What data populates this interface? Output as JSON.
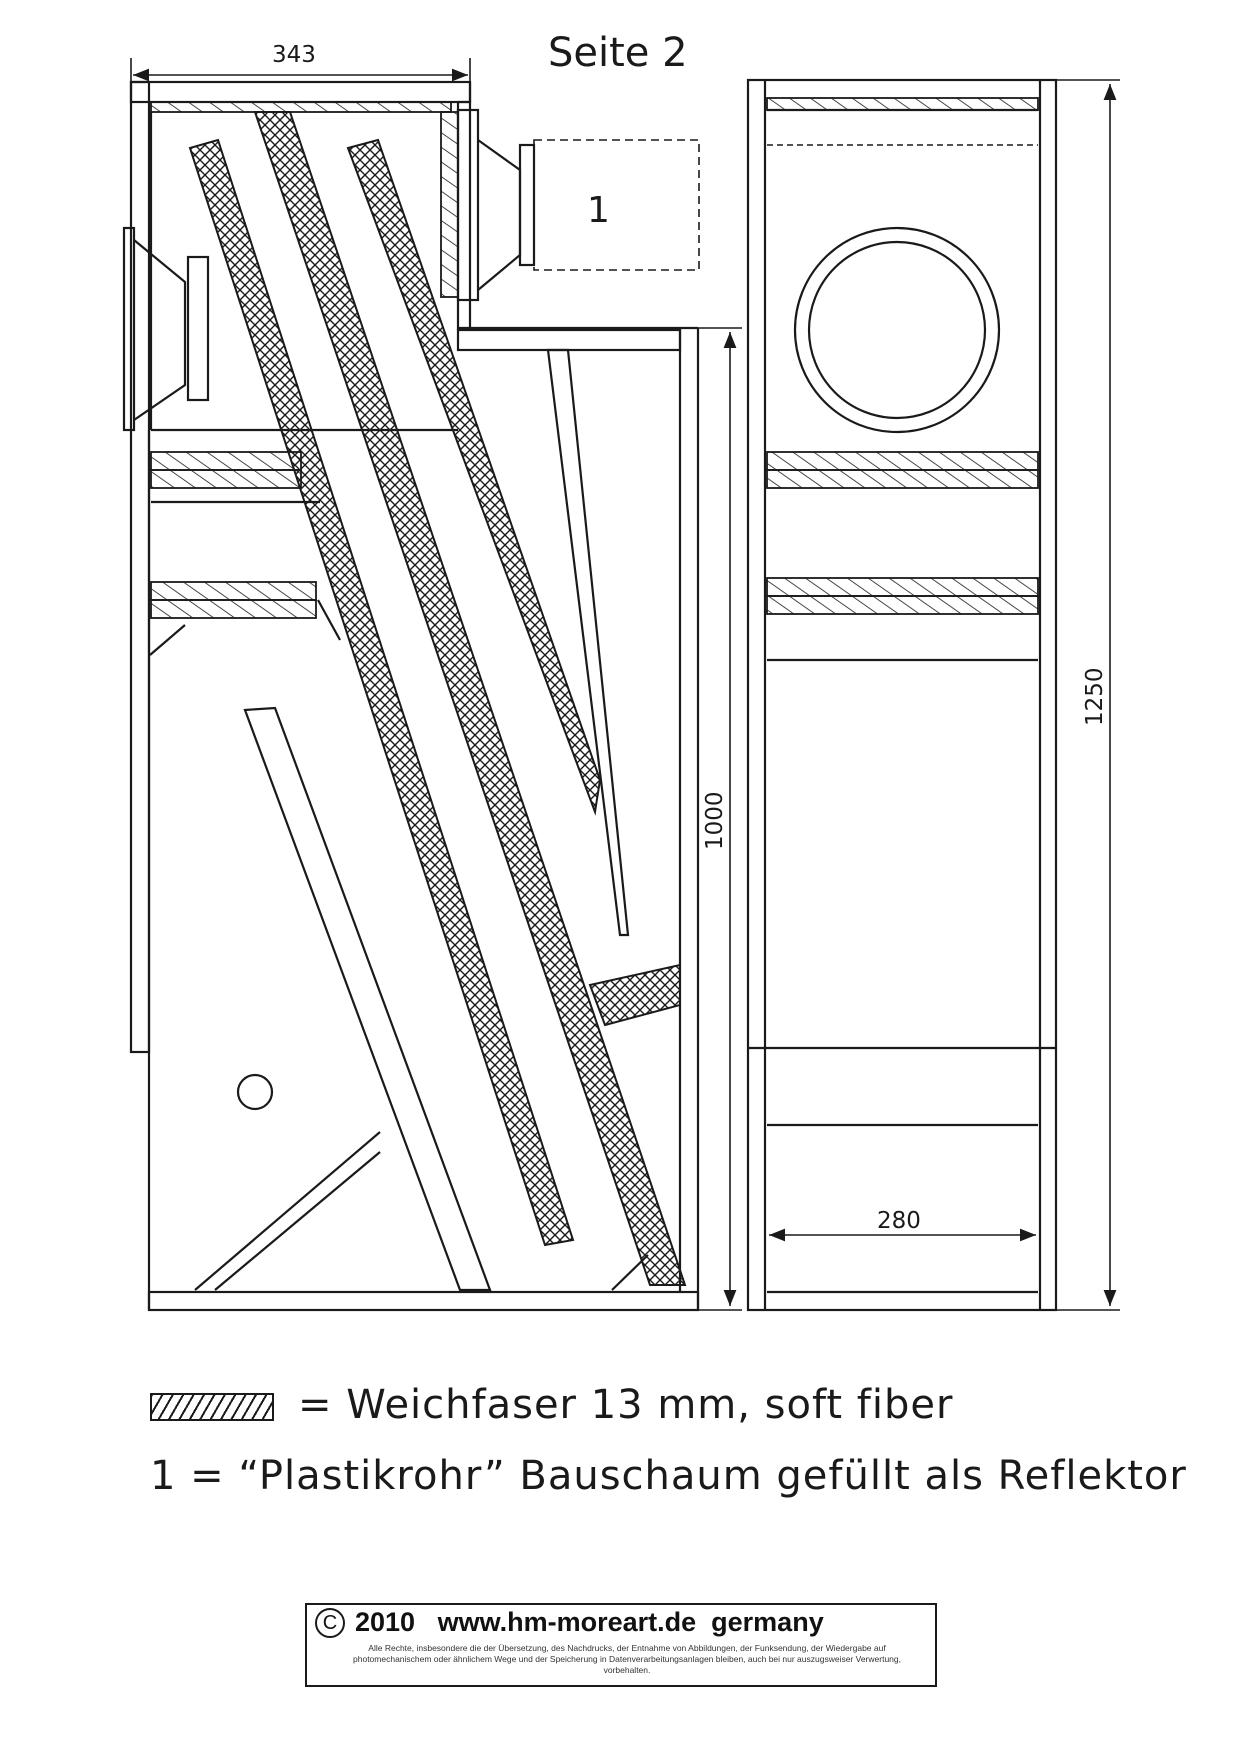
{
  "page": {
    "title": "Seite 2"
  },
  "drawing": {
    "dimensions": {
      "top_width": "343",
      "inner_height": "1000",
      "total_height": "1250",
      "front_width": "280"
    },
    "marker": "1"
  },
  "legend": {
    "line1": "= Weichfaser 13 mm, soft fiber",
    "line2": "1 = “Plastikrohr” Bauschaum gefüllt als Reflektor"
  },
  "footer": {
    "copyright_symbol": "C",
    "year": "2010",
    "url": "www.hm-moreart.de",
    "country": "germany",
    "fine_print": "Alle Rechte, insbesondere die der Übersetzung, des Nachdrucks, der Entnahme von Abbildungen, der Funksendung, der Wiedergabe auf photomechanischem oder ähnlichem Wege und der Speicherung in Datenverarbeitungsanlagen bleiben, auch bei nur auszugsweiser Verwertung, vorbehalten."
  }
}
